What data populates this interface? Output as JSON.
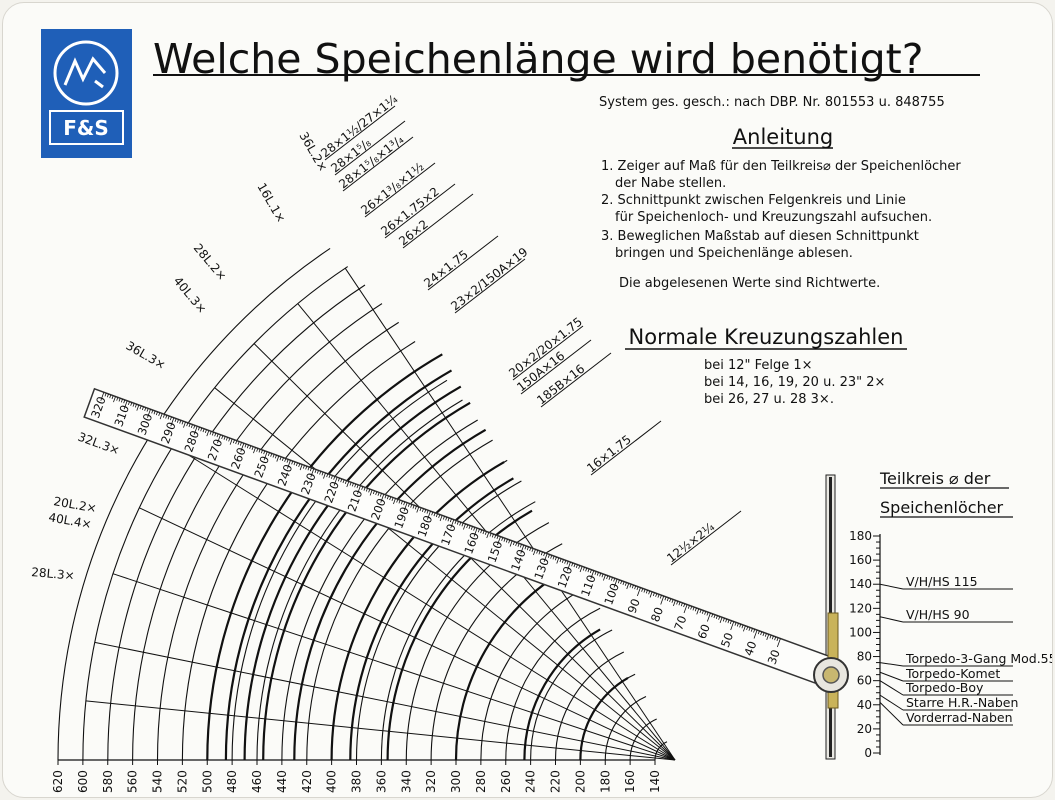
{
  "logo": {
    "top_text": "F&S",
    "color": "#1f5fb8"
  },
  "title": "Welche Speichenlänge wird benötigt?",
  "patent": "System ges. gesch.: nach DBP. Nr. 801553 u. 848755",
  "instructions": {
    "heading": "Anleitung",
    "items": [
      "1. Zeiger auf Maß für den Teilkreis⌀ der Speichenlöcher",
      "der Nabe stellen.",
      "2. Schnittpunkt zwischen Felgenkreis und Linie",
      "für Speichenloch- und Kreuzungszahl aufsuchen.",
      "3. Beweglichen Maßstab auf diesen Schnittpunkt",
      "bringen und Speichenlänge ablesen."
    ],
    "note": "Die abgelesenen Werte sind Richtwerte."
  },
  "crossings": {
    "heading": "Normale Kreuzungszahlen",
    "rows": [
      "bei 12\" Felge 1×",
      "bei 14, 16, 19, 20 u. 23\" 2×",
      "bei 26, 27 u. 28 3×."
    ]
  },
  "hub_scale": {
    "heading_1": "Teilkreis ⌀ der",
    "heading_2": "Speichenlöcher",
    "ticks": [
      "180",
      "160",
      "140",
      "120",
      "100",
      "80",
      "60",
      "40",
      "20",
      "0"
    ],
    "hubs": [
      "V/H/HS 115",
      "V/H/HS 90",
      "Torpedo-3-Gang Mod.55",
      "Torpedo-Komet",
      "Torpedo-Boy",
      "Starre H.R.-Naben",
      "Vorderrad-Naben"
    ]
  },
  "rim_labels": [
    "28×1½/27×1¼",
    "28×1⁵/₈",
    "28×1⁵/₈×1³/₄",
    "26×1³/₈×1½",
    "26×1.75×2",
    "26×2",
    "24×1.75",
    "23×2/150A×19",
    "20×2/20×1.75",
    "150A×16",
    "185B×16",
    "16×1.75",
    "12½×2¼"
  ],
  "spoke_labels": [
    "36L.2×",
    "16L.1×",
    "28L.2×",
    "40L.3×",
    "36L.3×",
    "32L.3×",
    "20L.2×",
    "40L.4×",
    "28L.3×"
  ],
  "bottom_axis": [
    "620",
    "600",
    "580",
    "560",
    "540",
    "520",
    "500",
    "480",
    "460",
    "440",
    "420",
    "400",
    "380",
    "360",
    "340",
    "320",
    "300",
    "280",
    "260",
    "240",
    "220",
    "200",
    "180",
    "160",
    "140"
  ],
  "ruler_ticks": [
    "320",
    "310",
    "300",
    "290",
    "280",
    "270",
    "260",
    "250",
    "240",
    "230",
    "220",
    "210",
    "200",
    "190",
    "180",
    "170",
    "160",
    "150",
    "140",
    "130",
    "120",
    "110",
    "100",
    "90",
    "80",
    "70",
    "60",
    "50",
    "40",
    "30"
  ]
}
